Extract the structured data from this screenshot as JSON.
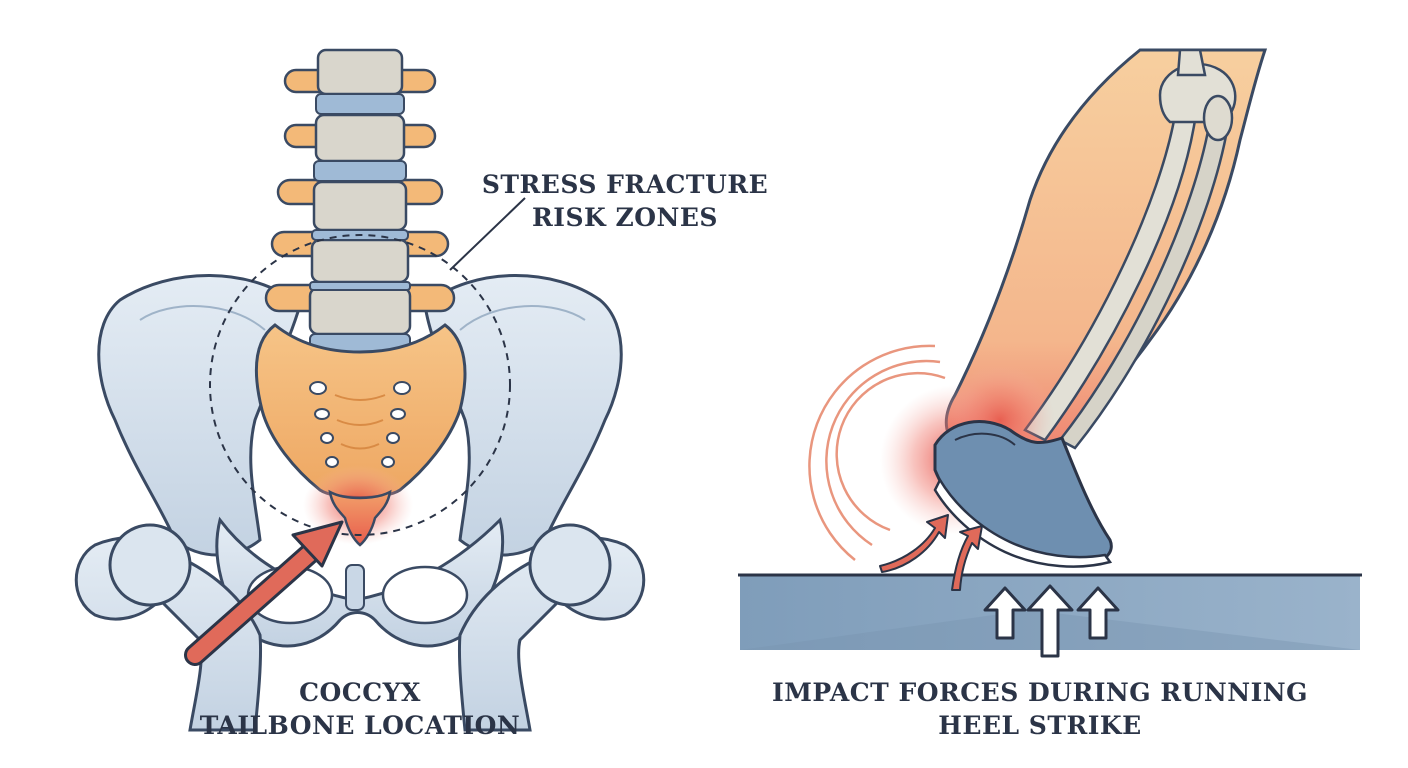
{
  "labels": {
    "stress_line1": "STRESS FRACTURE",
    "stress_line2": "RISK ZONES",
    "coccyx_line1": "COCCYX",
    "coccyx_line2": "TAILBONE LOCATION",
    "impact_line1": "IMPACT FORCES DURING RUNNING",
    "impact_line2": "HEEL STRIKE"
  },
  "colors": {
    "text": "#2b3447",
    "bone": "#d6e1ec",
    "bone_outline": "#3a4a63",
    "vertebra": "#d9d6cc",
    "disc": "#9fbad6",
    "sacrum": "#f3b978",
    "skin": "#f6c99a",
    "shoe": "#6e8fb0",
    "ground": "#8ba6c1",
    "alert_red": "#d9534a"
  }
}
